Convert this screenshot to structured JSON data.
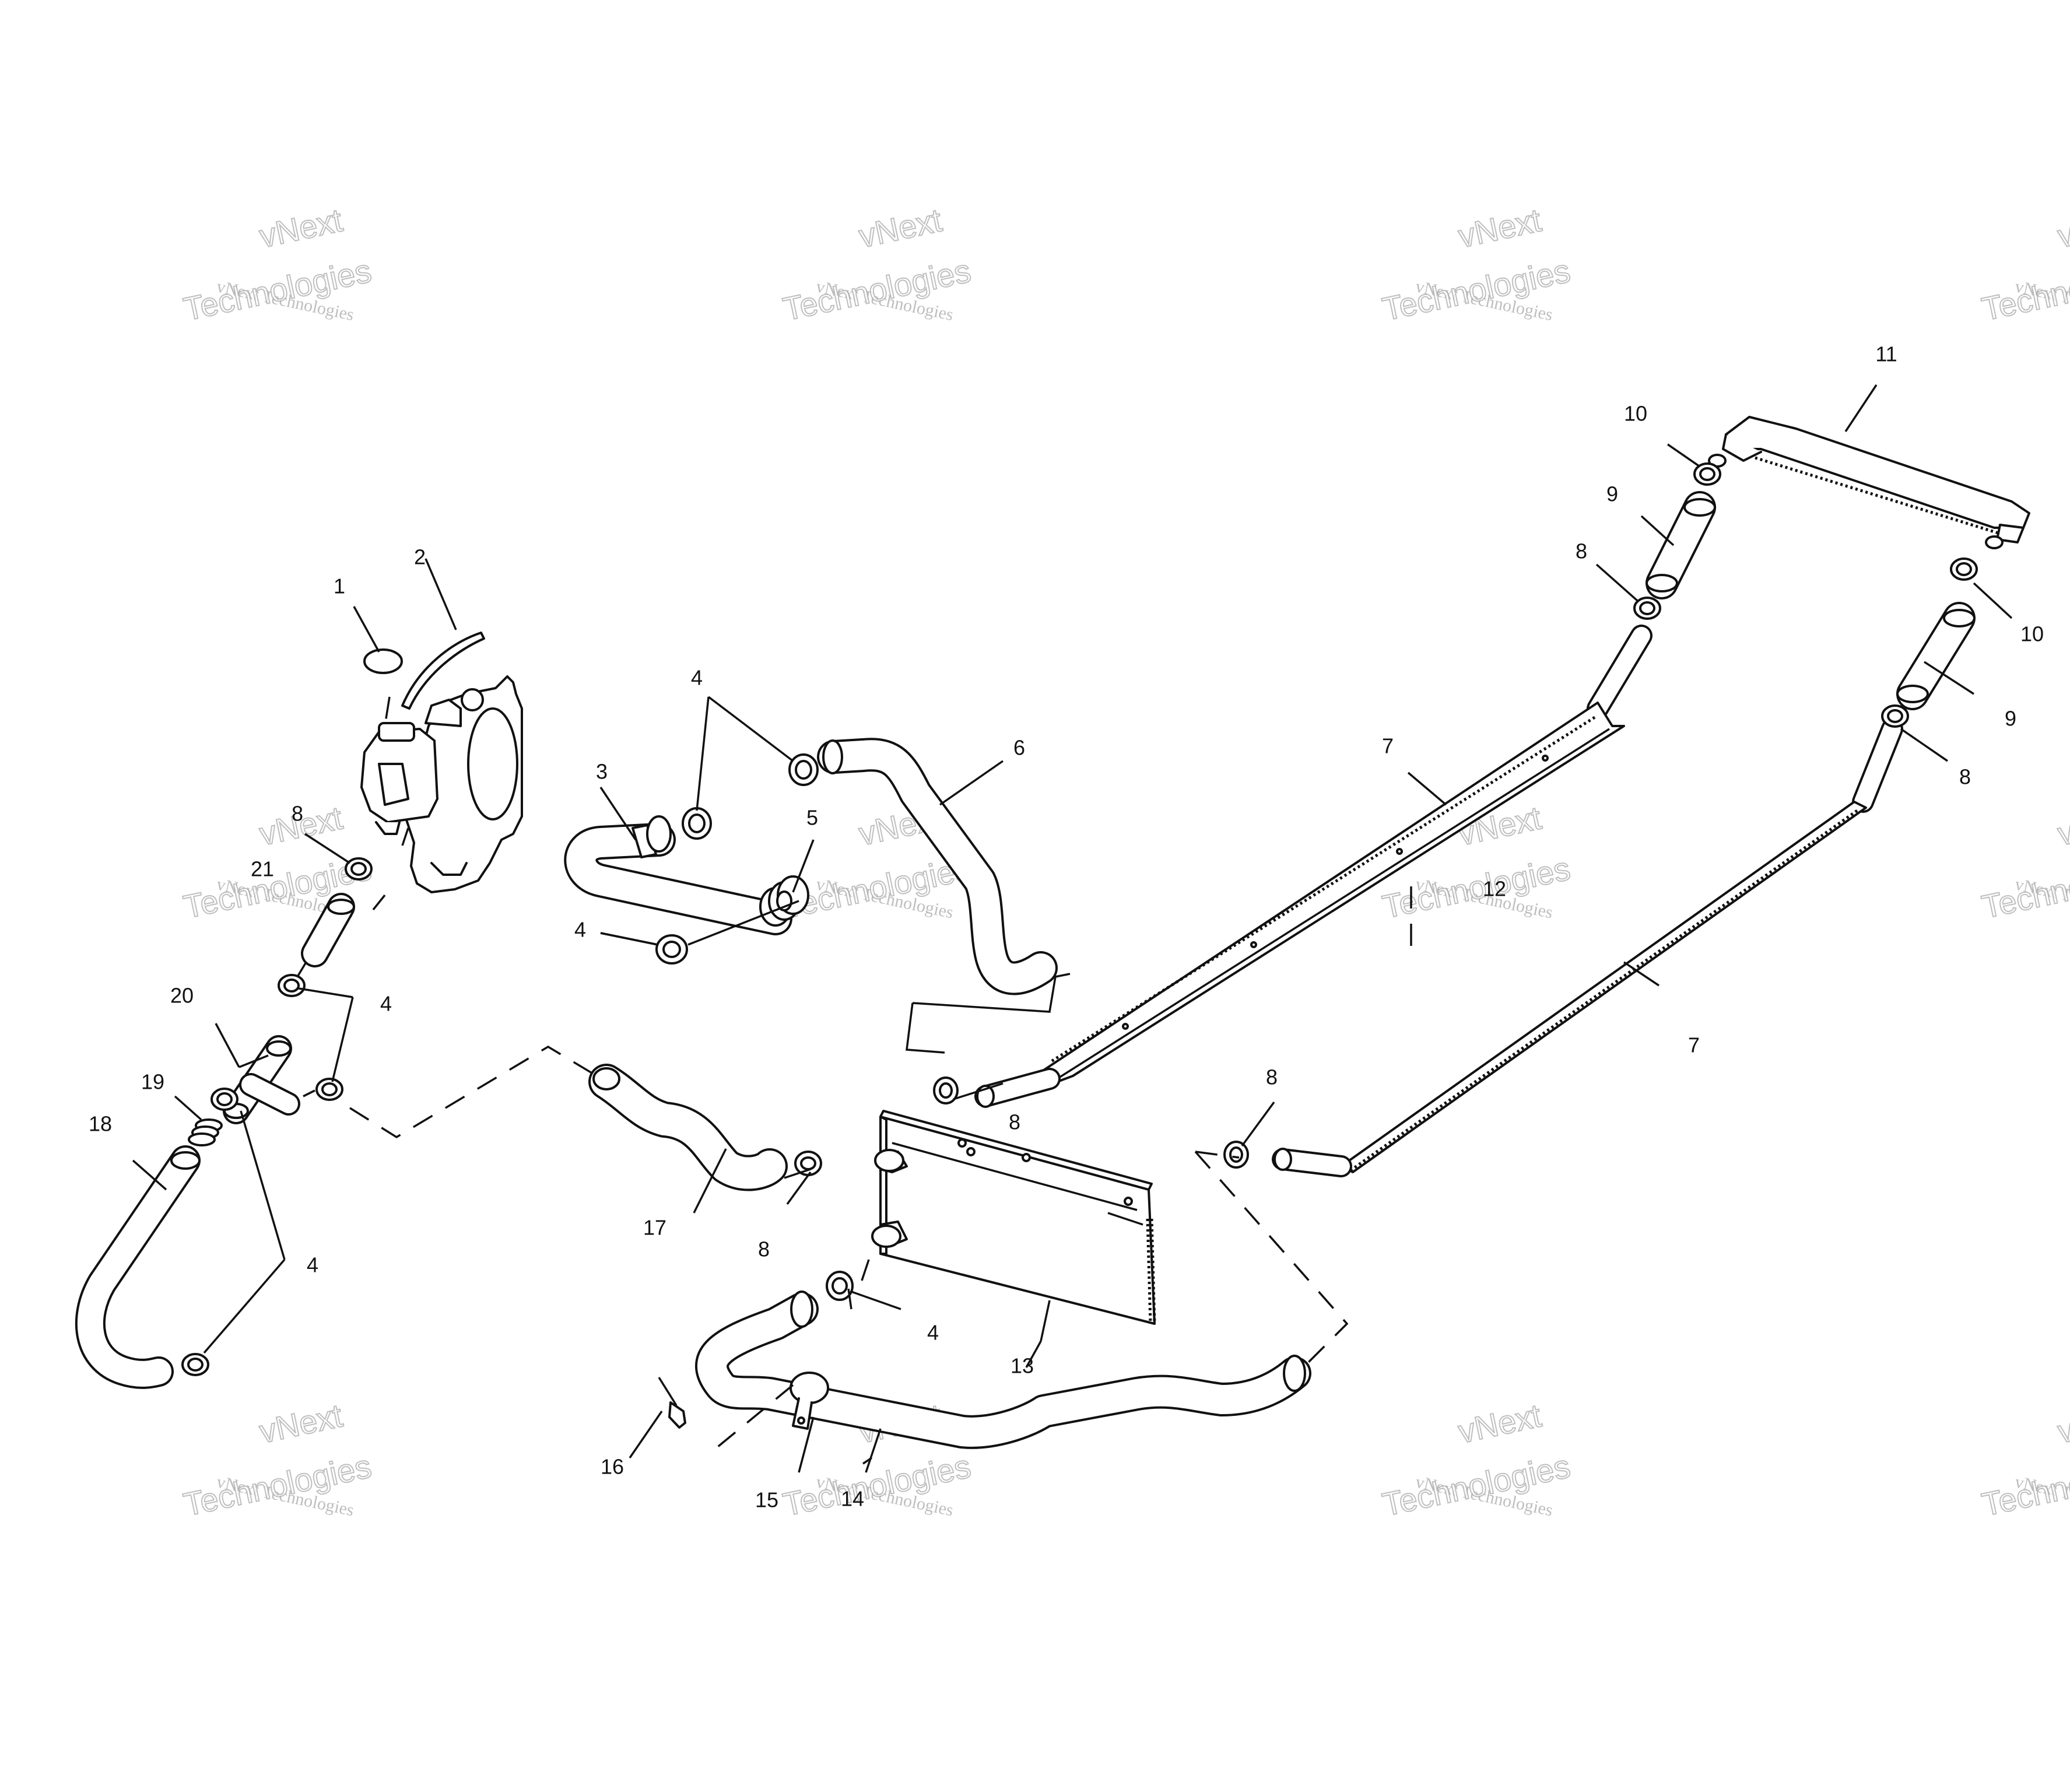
{
  "watermark": {
    "line1": "vNext",
    "line2": "vNext Technologies",
    "line3": "Technologies"
  },
  "callouts": [
    {
      "id": "1",
      "text": "1"
    },
    {
      "id": "2",
      "text": "2"
    },
    {
      "id": "3",
      "text": "3"
    },
    {
      "id": "4a",
      "text": "4"
    },
    {
      "id": "4b",
      "text": "4"
    },
    {
      "id": "4c",
      "text": "4"
    },
    {
      "id": "4d",
      "text": "4"
    },
    {
      "id": "4e",
      "text": "4"
    },
    {
      "id": "5",
      "text": "5"
    },
    {
      "id": "6",
      "text": "6"
    },
    {
      "id": "7a",
      "text": "7"
    },
    {
      "id": "7b",
      "text": "7"
    },
    {
      "id": "8a",
      "text": "8"
    },
    {
      "id": "8b",
      "text": "8"
    },
    {
      "id": "8c",
      "text": "8"
    },
    {
      "id": "8d",
      "text": "8"
    },
    {
      "id": "8e",
      "text": "8"
    },
    {
      "id": "8f",
      "text": "8"
    },
    {
      "id": "9a",
      "text": "9"
    },
    {
      "id": "9b",
      "text": "9"
    },
    {
      "id": "10a",
      "text": "10"
    },
    {
      "id": "10b",
      "text": "10"
    },
    {
      "id": "11",
      "text": "11"
    },
    {
      "id": "12",
      "text": "12"
    },
    {
      "id": "13",
      "text": "13"
    },
    {
      "id": "14",
      "text": "14"
    },
    {
      "id": "15",
      "text": "15"
    },
    {
      "id": "16",
      "text": "16"
    },
    {
      "id": "17",
      "text": "17"
    },
    {
      "id": "18",
      "text": "18"
    },
    {
      "id": "19",
      "text": "19"
    },
    {
      "id": "20",
      "text": "20"
    },
    {
      "id": "21",
      "text": "21"
    }
  ]
}
